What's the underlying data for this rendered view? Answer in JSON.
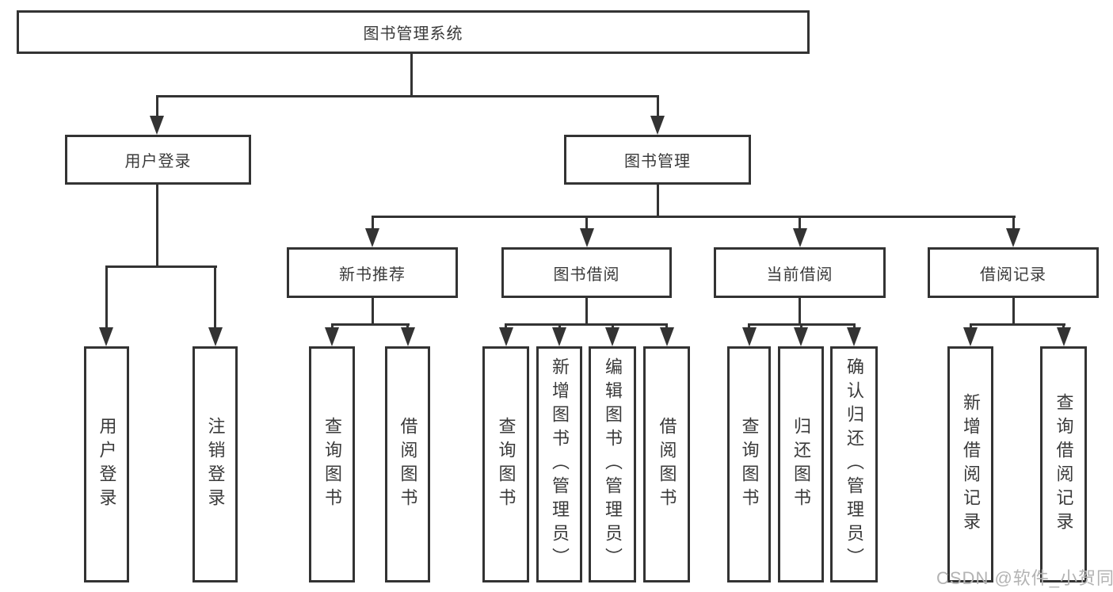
{
  "tree": {
    "root": {
      "label": "图书管理系统"
    },
    "children": [
      {
        "label": "用户登录",
        "children": [
          {
            "label": "用户登录"
          },
          {
            "label": "注销登录"
          }
        ]
      },
      {
        "label": "图书管理",
        "children": [
          {
            "label": "新书推荐",
            "children": [
              {
                "label": "查询图书"
              },
              {
                "label": "借阅图书"
              }
            ]
          },
          {
            "label": "图书借阅",
            "children": [
              {
                "label": "查询图书"
              },
              {
                "label": "新增图书（管理员）"
              },
              {
                "label": "编辑图书（管理员）"
              },
              {
                "label": "借阅图书"
              }
            ]
          },
          {
            "label": "当前借阅",
            "children": [
              {
                "label": "查询图书"
              },
              {
                "label": "归还图书"
              },
              {
                "label": "确认归还（管理员）"
              }
            ]
          },
          {
            "label": "借阅记录",
            "children": [
              {
                "label": "新增借阅记录"
              },
              {
                "label": "查询借阅记录"
              }
            ]
          }
        ]
      }
    ]
  },
  "watermark": {
    "text": "CSDN @软件_小贺同学",
    "color": "#b3b3b3"
  },
  "colors": {
    "line": "#333333",
    "box_border": "#333333",
    "text": "#3a3a3a",
    "background": "#ffffff"
  }
}
